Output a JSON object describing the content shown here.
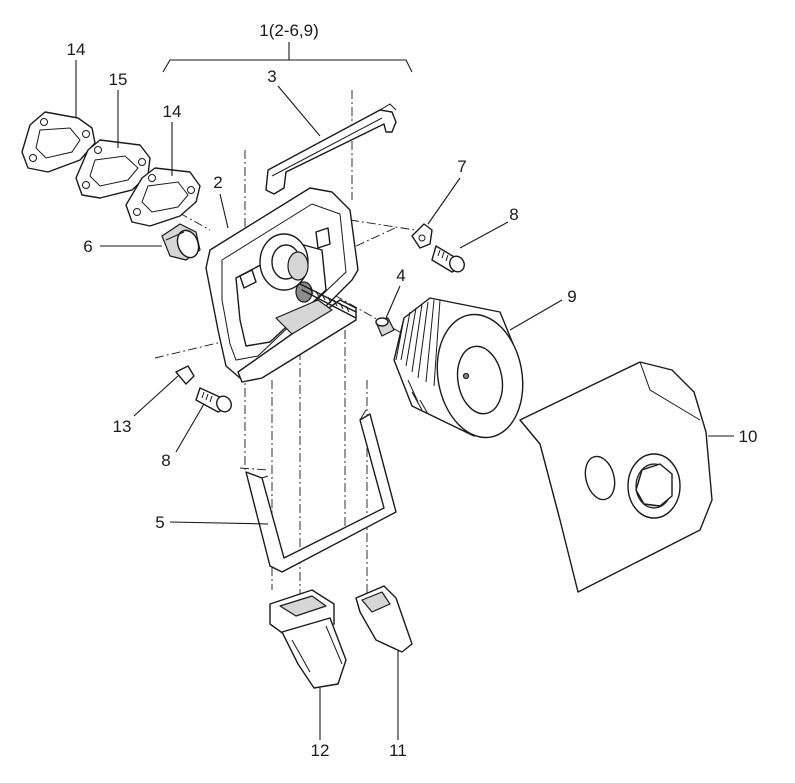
{
  "assembly_label": "1(2-6,9)",
  "callouts": {
    "c14a": "14",
    "c15": "15",
    "c14b": "14",
    "c3": "3",
    "c2": "2",
    "c6": "6",
    "c7": "7",
    "c8a": "8",
    "c4": "4",
    "c9": "9",
    "c10": "10",
    "c13": "13",
    "c8b": "8",
    "c5": "5",
    "c12": "12",
    "c11": "11"
  }
}
